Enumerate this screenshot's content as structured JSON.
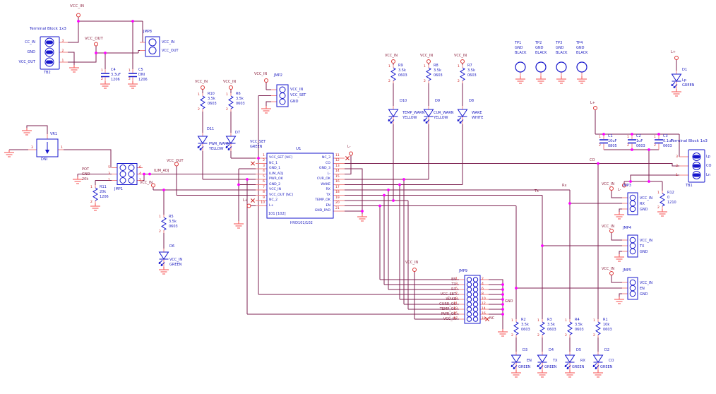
{
  "colors": {
    "wire": "#7d2150",
    "pin_stub": "#f08080",
    "component": "#1515cc",
    "component_text": "#1c1cc0",
    "net_text": "#8e2743",
    "pin_number": "#cc2222",
    "ground": "#f87070",
    "junction": "#ff00ff"
  },
  "nets": {
    "vcc_in": "VCC_IN",
    "vcc_out": "VCC_OUT",
    "vcc_set": "VCC_SET",
    "gnd": "GND",
    "ilim_adj": "ILIM_ADJ",
    "l_plus": "L+",
    "l_minus": "L-",
    "co": "CO",
    "tx_wire": "Tx",
    "rx_wire": "Rx",
    "nc": "NC"
  },
  "pin_numbers": {
    "one": "1",
    "two": "2"
  },
  "tb2": {
    "title": "Terminal Block 1x3",
    "ref": "TB2",
    "pin_labels": [
      "CC_IN",
      "GND",
      "VCC_OUT"
    ],
    "pin_nums": [
      "3",
      "2",
      "1"
    ]
  },
  "tb1": {
    "title": "Terminal Block 1x3",
    "ref": "TB1",
    "pin_labels": [
      "Lp",
      "CO",
      "Ln"
    ],
    "pin_nums": [
      "3",
      "2",
      "1"
    ]
  },
  "vr1": {
    "ref": "VR1",
    "note": "DNI",
    "pin_left": "3",
    "pin_right": "1"
  },
  "u1": {
    "ref": "U1",
    "footer": "101 [102]",
    "part": "HVD101/102",
    "left_pin_names": [
      "VCC_SET [NC]",
      "NC_1",
      "GND_1",
      "ILIM_ADJ",
      "PWR_OK",
      "GND_2",
      "VCC_IN",
      "VCC_OUT [NC]",
      "NC_2",
      "L+"
    ],
    "left_pin_nums": [
      "1",
      "2",
      "3",
      "4",
      "5",
      "6",
      "7",
      "8",
      "9",
      "10"
    ],
    "right_pin_names": [
      "NC_3",
      "CO",
      "GND_3",
      "L-",
      "CUR_OK",
      "WAKE",
      "RX",
      "TX",
      "TEMP_OK",
      "EN",
      "GND_PAD"
    ],
    "right_pin_nums": [
      "11",
      "12",
      "13",
      "14",
      "15",
      "16",
      "17",
      "18",
      "19",
      "20",
      "21"
    ]
  },
  "jumpers": {
    "jmp1": {
      "ref": "JMP1",
      "left_nums": [
        "5",
        "3",
        "1"
      ],
      "right_nums": [
        "6",
        "4",
        "2"
      ],
      "side_labels": "POT\nGND\n20k"
    },
    "jmp2": {
      "ref": "JMP2",
      "labels": "VCC_IN\nVCC_SET\nGND"
    },
    "jmp3": {
      "ref": "JMP3",
      "labels": "VCC_IN\nRX\nGND"
    },
    "jmp4": {
      "ref": "JMP4",
      "labels": "VCC_IN\nTX\nGND"
    },
    "jmp5": {
      "ref": "JMP5",
      "labels": "VCC_IN\nEN\nGND"
    },
    "jmp8": {
      "ref": "JMP8",
      "labels": "VCC_IN\nVCC_OUT"
    },
    "jmp9": {
      "ref": "JMP9",
      "gnd": "GND",
      "nc": "NC",
      "left_labels": [
        "EN",
        "TX",
        "RX",
        "VCC_SET",
        "WAKE",
        "CURR_OK",
        "TEMP_OK",
        "PWR_OK",
        "VCC_IN"
      ],
      "left_nums": [
        "1",
        "3",
        "5",
        "7",
        "9",
        "11",
        "13",
        "15",
        "17"
      ],
      "right_nums": [
        "2",
        "4",
        "6",
        "8",
        "10",
        "12",
        "14",
        "16",
        "18"
      ]
    }
  },
  "resistors": {
    "r10": "R10\n3.5k\n0603",
    "r6": "R6\n3.5k\n0603",
    "r9": "R9\n3.5k\n0603",
    "r8": "R8\n3.5k\n0603",
    "r7": "R7\n3.5k\n0603",
    "r11": "R11\n20k\n1206",
    "r5": "R5\n3.5k\n0603",
    "r12": "R12\n0\n1210",
    "r2": "R2\n3.5k\n0603",
    "r3": "R3\n3.5k\n0603",
    "r4": "R4\n3.5k\n0603",
    "r1": "R1\n10k\n0603"
  },
  "capacitors": {
    "c4": "C4\n3.3uF\n1206",
    "c5": "C5\nDNI\n1206",
    "c1": "C1\n10uF\n0805",
    "c2": "C2\n1uF\n0603",
    "c3": "C3\n0.1uF\n0603"
  },
  "diodes": {
    "d11": {
      "ref": "D11",
      "label": "PWR_WARN\nYELLOW"
    },
    "d7": {
      "ref": "D7",
      "label": "VCC_SET\nGREEN"
    },
    "d10": {
      "ref": "D10",
      "label": "TEMP_WARN\nYELLOW"
    },
    "d9": {
      "ref": "D9",
      "label": "CUR_WARN\nYELLOW"
    },
    "d8": {
      "ref": "D8",
      "label": "WAKE\nWHITE"
    },
    "d6": {
      "ref": "D6",
      "label": "VCC_IN\nGREEN"
    },
    "d1": {
      "ref": "D1",
      "label": "Lp\nGREEN"
    },
    "d3": {
      "ref": "D3",
      "signal": "EN",
      "color": "GREEN"
    },
    "d4": {
      "ref": "D4",
      "signal": "TX",
      "color": "GREEN"
    },
    "d5": {
      "ref": "D5",
      "signal": "RX",
      "color": "GREEN"
    },
    "d2": {
      "ref": "D2",
      "signal": "CO",
      "color": "GREEN"
    }
  },
  "testpoints": {
    "tp1": "TP1\nGND\nBLACK",
    "tp2": "TP2\nGND\nBLACK",
    "tp3": "TP3\nGND\nBLACK",
    "tp4": "TP4\nGND\nBLACK"
  }
}
